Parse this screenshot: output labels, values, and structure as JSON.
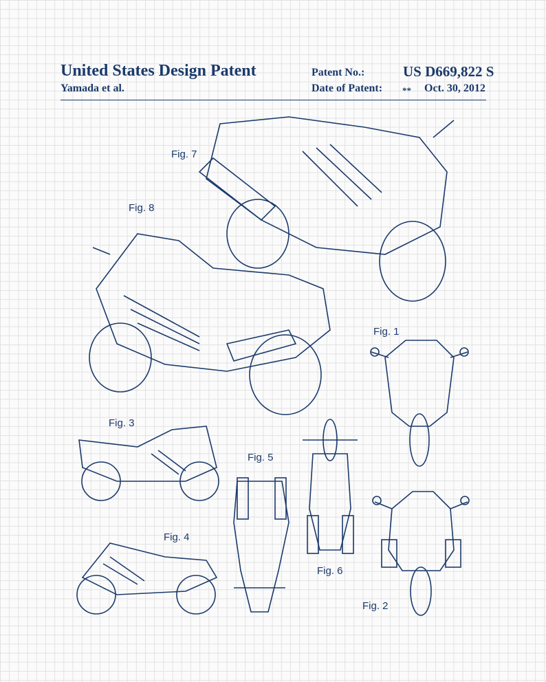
{
  "header": {
    "title": "United States Design Patent",
    "inventor": "Yamada et al.",
    "patent_no_label": "Patent No.:",
    "patent_no": "US D669,822 S",
    "date_label": "Date of Patent:",
    "date_marker": "**",
    "date": "Oct. 30, 2012"
  },
  "figures": [
    "Fig. 7",
    "Fig. 8",
    "Fig. 1",
    "Fig. 3",
    "Fig. 5",
    "Fig. 4",
    "Fig. 6",
    "Fig. 2"
  ],
  "colors": {
    "ink": "#1b3a6b",
    "grid": "#e2e2e2"
  }
}
